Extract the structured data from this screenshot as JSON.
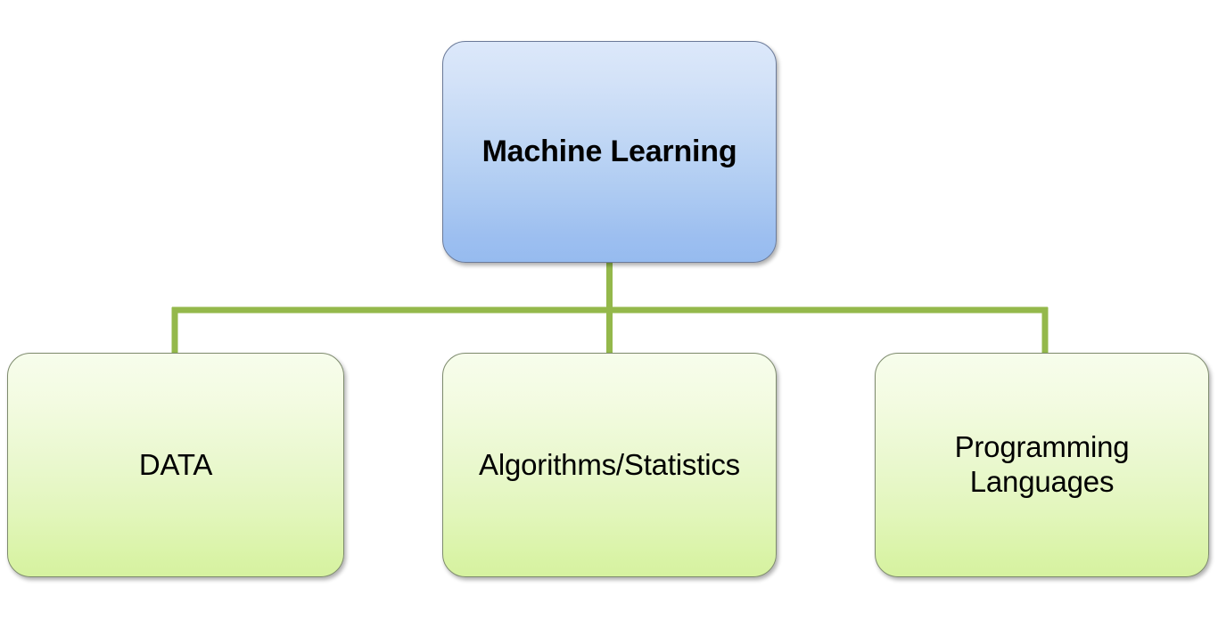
{
  "diagram": {
    "title": "Machine Learning components hierarchy",
    "type": "tree",
    "background_color": "#ffffff",
    "connector_color": "#94b84b",
    "root": {
      "label": "Machine Learning",
      "fill_top_color": "#dce8fa",
      "fill_bottom_color": "#96bbef",
      "border_color": "#6b7a99"
    },
    "children": [
      {
        "label": "DATA",
        "fill_top_color": "#f7fdec",
        "fill_bottom_color": "#d6f2a0",
        "border_color": "#7e8b6e"
      },
      {
        "label": "Algorithms/Statistics",
        "fill_top_color": "#f7fdec",
        "fill_bottom_color": "#d6f2a0",
        "border_color": "#7e8b6e"
      },
      {
        "label": "Programming\nLanguages",
        "fill_top_color": "#f7fdec",
        "fill_bottom_color": "#d6f2a0",
        "border_color": "#7e8b6e"
      }
    ]
  }
}
